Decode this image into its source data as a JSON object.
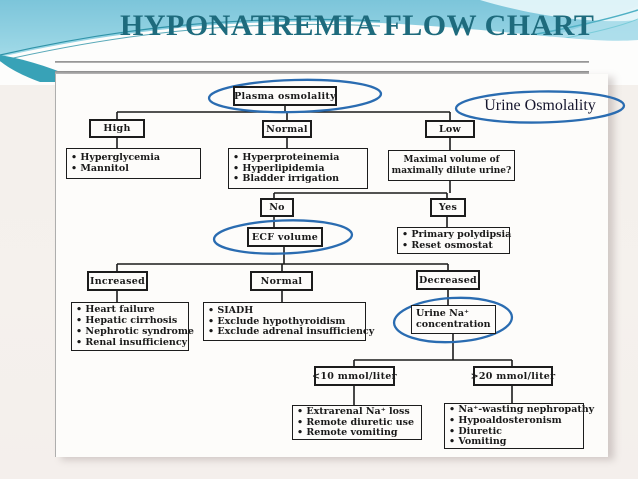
{
  "slide": {
    "title": "HYPONATREMIA FLOW CHART"
  },
  "colors": {
    "title_teal": "#1e6b7d",
    "annotation_blue": "#2a6cb1",
    "header_sky": "#8ccede"
  },
  "flowchart": {
    "plasma_label": "Plasma osmolality",
    "urine_osmolality_label": "Urine Osmolality",
    "branch1": {
      "high": "High",
      "normal": "Normal",
      "low": "Low"
    },
    "high_list": {
      "items": [
        "• Hyperglycemia",
        "• Mannitol"
      ]
    },
    "normal_list": {
      "items": [
        "• Hyperproteinemia",
        "• Hyperlipidemia",
        "• Bladder irrigation"
      ]
    },
    "maximal_question": {
      "line1": "Maximal volume of",
      "line2": "maximally dilute urine?"
    },
    "no_label": "No",
    "yes_label": "Yes",
    "ecf_label": "ECF volume",
    "yes_list": {
      "items": [
        "• Primary polydipsia",
        "• Reset osmostat"
      ]
    },
    "branch2": {
      "increased": "Increased",
      "normal": "Normal",
      "decreased": "Decreased"
    },
    "increased_list": {
      "items": [
        "• Heart failure",
        "• Hepatic cirrhosis",
        "• Nephrotic syndrome",
        "• Renal insufficiency"
      ]
    },
    "normal2_list": {
      "items": [
        "• SIADH",
        "• Exclude hypothyroidism",
        "• Exclude adrenal insufficiency"
      ]
    },
    "urine_na": {
      "line1": "Urine Na⁺",
      "line2": "concentration"
    },
    "branch3": {
      "low": "<10 mmol/liter",
      "high": ">20 mmol/liter"
    },
    "low_na_list": {
      "items": [
        "• Extrarenal Na⁺ loss",
        "• Remote diuretic use",
        "• Remote vomiting"
      ]
    },
    "high_na_list": {
      "items": [
        "• Na⁺-wasting nephropathy",
        "• Hypoaldosteronism",
        "• Diuretic",
        "• Vomiting"
      ]
    }
  }
}
